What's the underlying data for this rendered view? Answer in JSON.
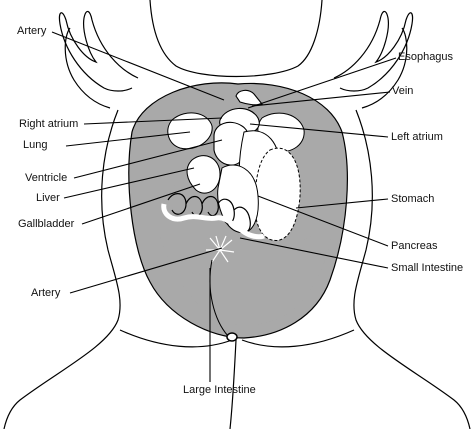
{
  "labels": {
    "artery_top": "Artery",
    "esophagus": "Esophagus",
    "vein": "Vein",
    "right_atrium": "Right atrium",
    "left_atrium": "Left atrium",
    "lung": "Lung",
    "ventricle": "Ventricle",
    "liver": "Liver",
    "stomach": "Stomach",
    "gallbladder": "Gallbladder",
    "pancreas": "Pancreas",
    "small_intestine": "Small Intestine",
    "artery_bottom": "Artery",
    "large_intestine": "Large Intestine"
  },
  "colors": {
    "organ_fill": "#a9a9a9",
    "line": "#000000",
    "background": "#ffffff"
  }
}
